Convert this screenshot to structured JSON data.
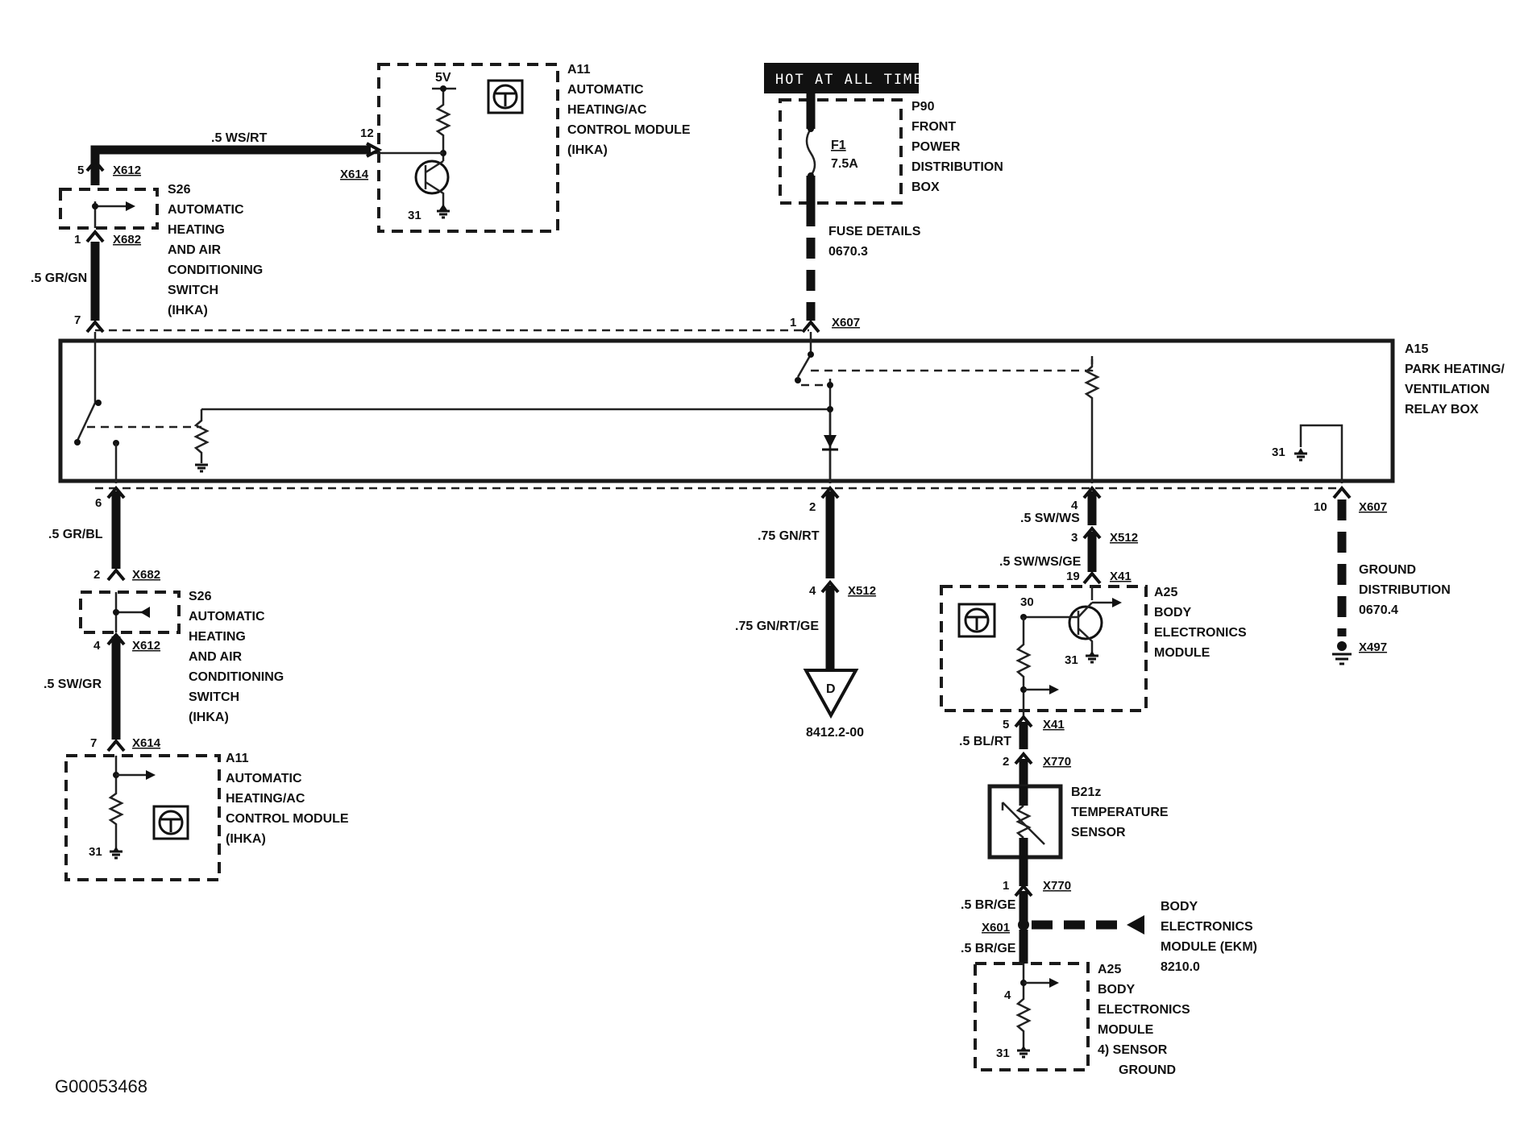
{
  "figure_id": "G00053468",
  "hot_label": "HOT AT ALL TIMES",
  "components": {
    "a11_top": {
      "id": "A11",
      "lines": [
        "AUTOMATIC",
        "HEATING/AC",
        "CONTROL MODULE",
        "(IHKA)"
      ],
      "voltage": "5V",
      "pin_a": "12",
      "conn_a": "X614",
      "gnd": "31"
    },
    "s26_top": {
      "id": "S26",
      "lines": [
        "AUTOMATIC",
        "HEATING",
        "AND AIR",
        "CONDITIONING",
        "SWITCH",
        "(IHKA)"
      ],
      "pin_in": "5",
      "conn_in": "X612",
      "pin_out": "1",
      "conn_out": "X682"
    },
    "p90": {
      "id": "P90",
      "lines": [
        "FRONT",
        "POWER",
        "DISTRIBUTION",
        "BOX"
      ],
      "fuse": "F1",
      "fuse_rating": "7.5A",
      "note1": "FUSE DETAILS",
      "note2": "0670.3"
    },
    "a15": {
      "id": "A15",
      "lines": [
        "PARK HEATING/",
        "VENTILATION",
        "RELAY BOX"
      ],
      "gnd": "31"
    },
    "s26_bottom": {
      "id": "S26",
      "lines": [
        "AUTOMATIC",
        "HEATING",
        "AND AIR",
        "CONDITIONING",
        "SWITCH",
        "(IHKA)"
      ],
      "pin_in": "2",
      "conn_in": "X682",
      "pin_out": "4",
      "conn_out": "X612"
    },
    "a11_bottom": {
      "id": "A11",
      "lines": [
        "AUTOMATIC",
        "HEATING/AC",
        "CONTROL MODULE",
        "(IHKA)"
      ],
      "pin": "7",
      "conn": "X614",
      "gnd": "31"
    },
    "a25_mid": {
      "id": "A25",
      "lines": [
        "BODY",
        "ELECTRONICS",
        "MODULE"
      ],
      "pin_in": "19",
      "conn_in": "X41",
      "pin_30": "30",
      "gnd": "31",
      "pin_out": "5",
      "conn_out": "X41"
    },
    "b21": {
      "id": "B21z",
      "lines": [
        "TEMPERATURE",
        "SENSOR"
      ],
      "pin_top": "2",
      "conn_top": "X770",
      "pin_bot": "1",
      "conn_bot": "X770"
    },
    "ekm_ref": {
      "lines": [
        "BODY",
        "ELECTRONICS",
        "MODULE (EKM)",
        "8210.0"
      ],
      "conn": "X601"
    },
    "a25_bottom": {
      "id": "A25",
      "lines": [
        "BODY",
        "ELECTRONICS",
        "MODULE",
        "4)  SENSOR",
        "GROUND"
      ],
      "pin": "4",
      "gnd": "31"
    },
    "ground_dist": {
      "lines": [
        "GROUND",
        "DISTRIBUTION",
        "0670.4"
      ],
      "ground": "X497"
    },
    "offpage": {
      "symbol": "D",
      "ref": "8412.2-00"
    }
  },
  "wires": {
    "w_ws_rt": ".5 WS/RT",
    "w_gr_gn": ".5 GR/GN",
    "w_gr_bl": ".5 GR/BL",
    "w_sw_gr": ".5 SW/GR",
    "w_gn_rt": ".75 GN/RT",
    "w_gn_rt_ge": ".75 GN/RT/GE",
    "w_sw_ws": ".5 SW/WS",
    "w_sw_ws_ge": ".5 SW/WS/GE",
    "w_bl_rt": ".5 BL/RT",
    "w_br_ge_1": ".5 BR/GE",
    "w_br_ge_2": ".5 BR/GE"
  },
  "pins": {
    "p_x607_1": "1",
    "c_x607_1": "X607",
    "p_x612_7": "7",
    "p_a15_6": "6",
    "p_a15_2": "2",
    "p_a15_4": "4",
    "p_x607_10": "10",
    "c_x607_10": "X607",
    "p_x512_3": "3",
    "c_x512_3": "X512",
    "p_x512_4": "4",
    "c_x512_4": "X512"
  }
}
